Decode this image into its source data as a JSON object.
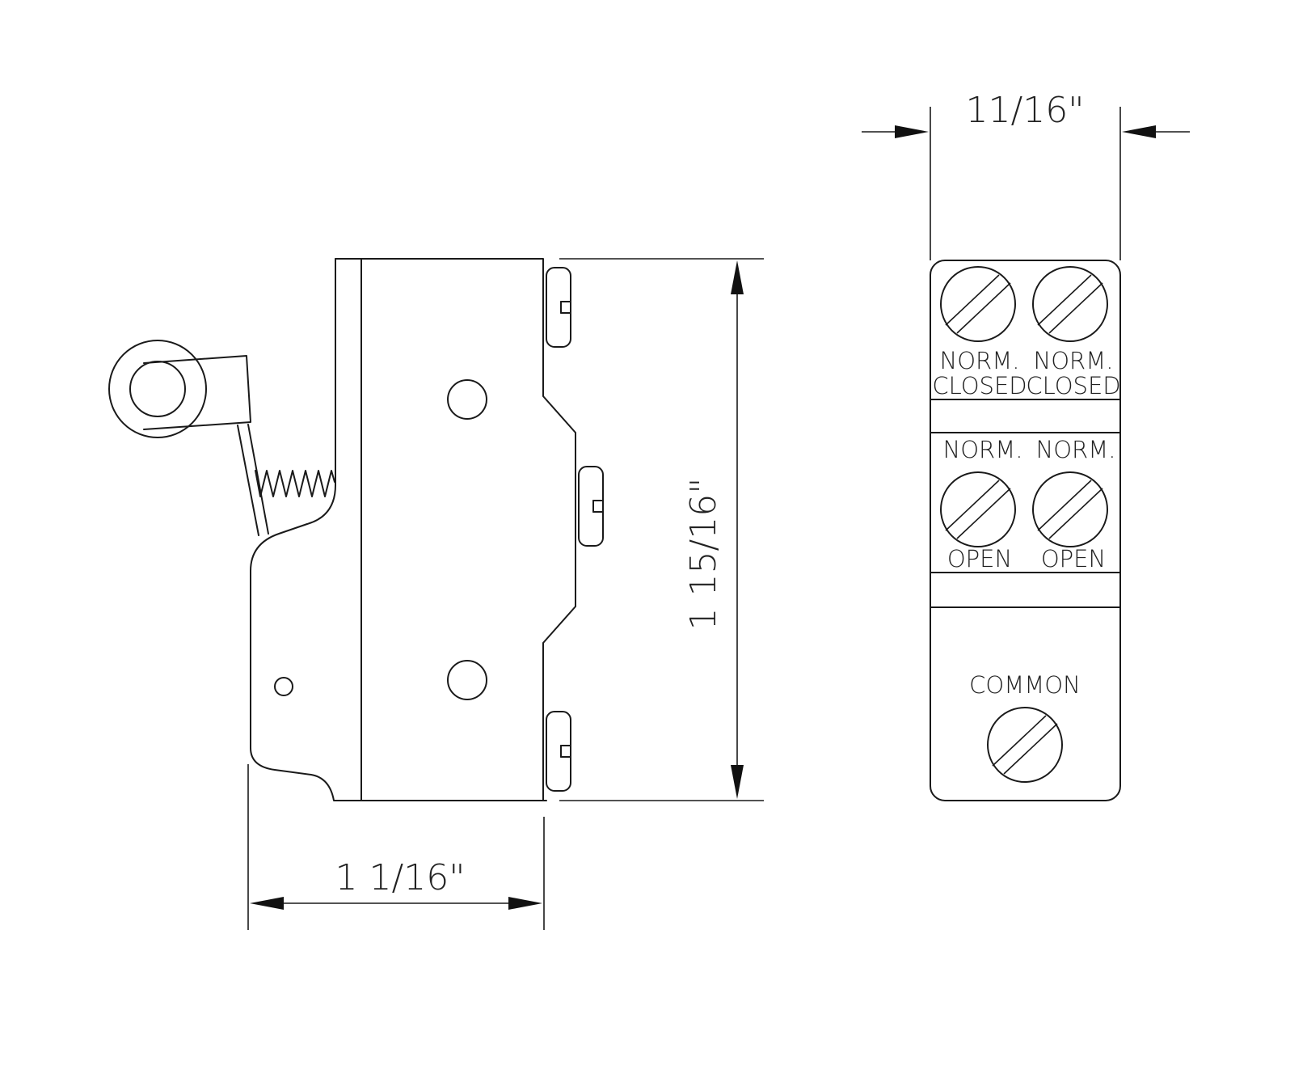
{
  "dimensions": {
    "width_side": "1 1/16\"",
    "height_side": "1 15/16\"",
    "width_end": "11/16\""
  },
  "terminal_labels": {
    "nc_left_line1": "NORM.",
    "nc_left_line2": "CLOSED",
    "nc_right_line1": "NORM.",
    "nc_right_line2": "CLOSED",
    "no_left_line1": "NORM.",
    "no_left_line2": "OPEN",
    "no_right_line1": "NORM.",
    "no_right_line2": "OPEN",
    "common": "COMMON"
  }
}
